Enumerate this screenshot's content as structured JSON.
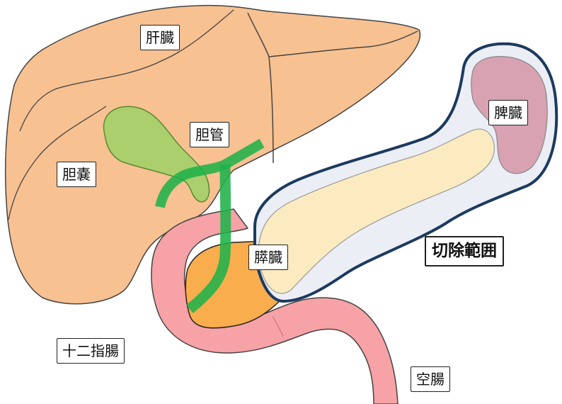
{
  "labels": {
    "liver": "肝臓",
    "bile_duct": "胆管",
    "gallbladder": "胆嚢",
    "pancreas": "膵臓",
    "spleen": "脾臓",
    "resection_range": "切除範囲",
    "duodenum": "十二指腸",
    "jejunum": "空腸"
  },
  "colors": {
    "liver": "#f8c191",
    "gallbladder": "#9fd068",
    "bile_duct": "#1fb24a",
    "duodenum": "#f7a2a6",
    "pancreas_head": "#f9ad4c",
    "pancreas_body": "#fcebc1",
    "spleen": "#d8a2b2",
    "resection_outline": "#1c3a5e"
  }
}
